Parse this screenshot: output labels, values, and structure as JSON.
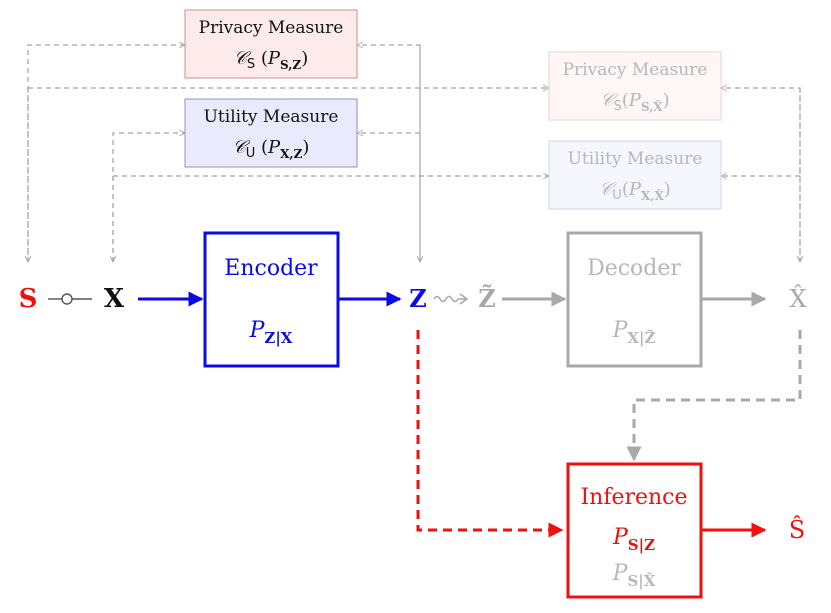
{
  "colors": {
    "black": "#111111",
    "blue": "#0a0ae6",
    "red": "#f20f0f",
    "gray": "#a8a8a8",
    "dash": "#a5a5a5",
    "faded_text": "#b7b7b7",
    "privacy_fill": "#fdeaea",
    "privacy_stroke": "#d08f8f",
    "privacy_fill_faded": "#fff6f6",
    "privacy_stroke_faded": "#ecd1d1",
    "utility_fill": "#eaeafd",
    "utility_stroke": "#8f8fd0",
    "utility_fill_faded": "#f6f6ff",
    "utility_stroke_faded": "#d1d1ec"
  },
  "measures": {
    "privacy_z": {
      "title": "Privacy Measure",
      "formula": "𝒞S(PS,Z)"
    },
    "utility_z": {
      "title": "Utility Measure",
      "formula": "𝒞U(PX,Z)"
    },
    "privacy_xhat": {
      "title": "Privacy Measure",
      "formula": "𝒞S(PS,X̂)"
    },
    "utility_xhat": {
      "title": "Utility Measure",
      "formula": "𝒞U(PX,X̂)"
    }
  },
  "nodes": {
    "s": "S",
    "x": "X",
    "z": "Z",
    "z_tilde": "Z̃",
    "x_hat": "X̂",
    "s_hat": "Ŝ"
  },
  "blocks": {
    "encoder": {
      "title": "Encoder",
      "formula": "PZ|X"
    },
    "decoder": {
      "title": "Decoder",
      "formula": "PX|Z̃"
    },
    "inference": {
      "title": "Inference",
      "formula": "PS|Z",
      "formula_faded": "PS|X̂"
    }
  }
}
